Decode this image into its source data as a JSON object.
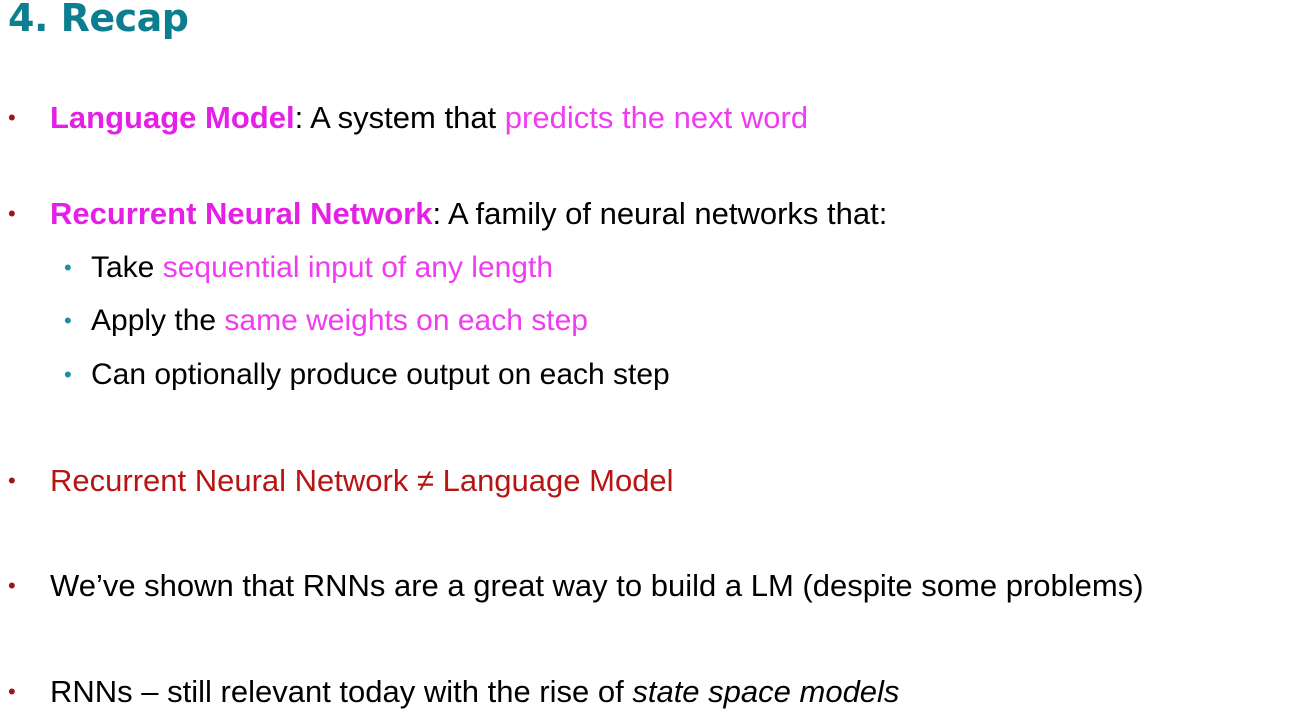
{
  "title": "4. Recap",
  "bullets": {
    "lm": {
      "term": "Language Model",
      "colon": ": A system that ",
      "highlight": "predicts the next word"
    },
    "rnn": {
      "term": "Recurrent Neural Network",
      "rest": ": A family of neural networks that:",
      "subitems": [
        {
          "prefix": "Take ",
          "highlight": "sequential input of any length"
        },
        {
          "prefix": "Apply the ",
          "highlight": "same weights on each step"
        },
        {
          "prefix": "Can optionally produce output on each step",
          "highlight": ""
        }
      ]
    },
    "neq": {
      "text": "Recurrent Neural Network ≠ Language Model"
    },
    "shown": {
      "text": "We’ve shown that RNNs are a great way to build a LM (despite some problems)"
    },
    "ssm": {
      "prefix": "RNNs – still relevant today with the rise of ",
      "italic": "state space models"
    }
  },
  "colors": {
    "title": "#0b7e8f",
    "accent": "#f03cf0",
    "bullet_dot": "#a01414",
    "sub_dot": "#1b8fa3",
    "red_text": "#b71414"
  }
}
